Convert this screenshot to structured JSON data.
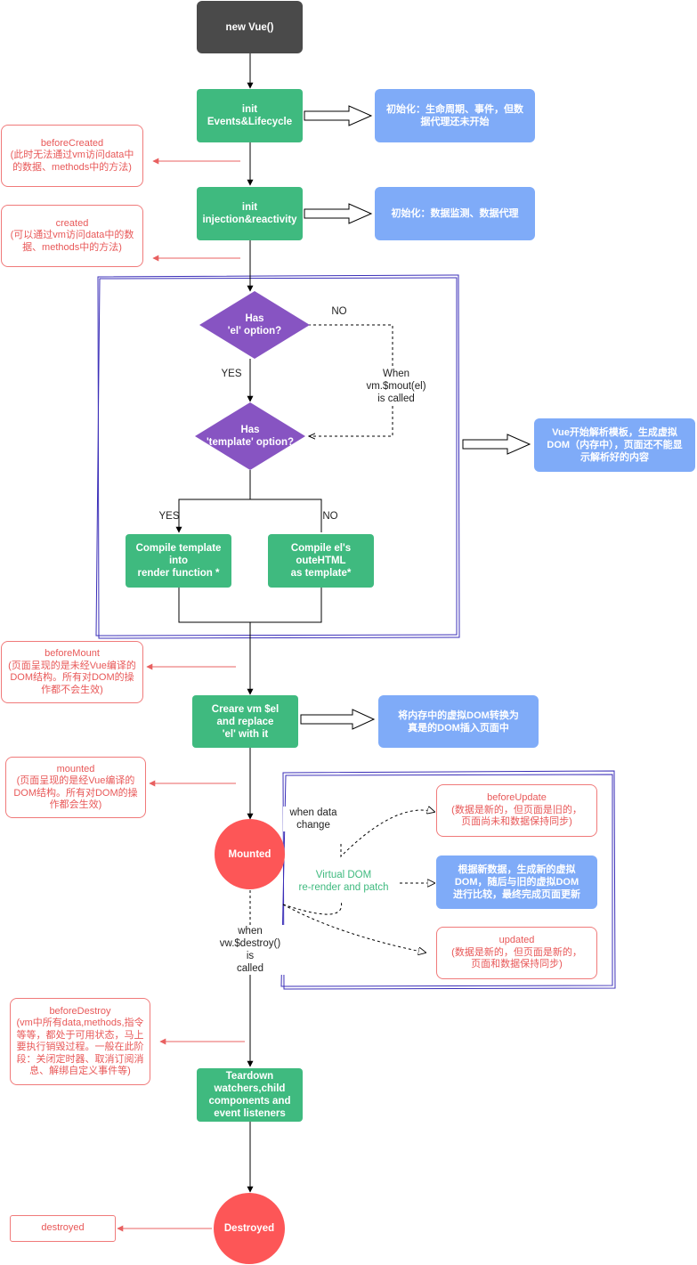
{
  "nodes": {
    "new_vue": "new  Vue()",
    "init_events": "init\nEvents&Lifecycle",
    "init_injection": "init\ninjection&reactivity",
    "has_el": "Has\n'el'  option?",
    "has_template": "Has\n'template'  option?",
    "compile_template": "Compile template\ninto\nrender  function *",
    "compile_el": "Compile  el's\nouteHTML\nas  template*",
    "create_vm": "Creare vm $el\nand  replace\n'el'  with  it",
    "mounted": "Mounted",
    "teardown": "Teardown\nwatchers,child\ncomponents  and\nevent listeners",
    "destroyed": "Destroyed"
  },
  "blue_notes": {
    "init_events": "初始化：生命周期、事件，但数\n据代理还未开始",
    "init_injection": "初始化：数据监测、数据代理",
    "template_parse": "Vue开始解析模板，生成虚拟\nDOM（内存中），页面还不能显\n示解析好的内容",
    "mount_insert": "将内存中的虚拟DOM转换为\n真是的DOM插入页面中",
    "patch": "根据新数据，生成新的虚拟\nDOM，随后与旧的虚拟DOM\n进行比较，最终完成页面更新"
  },
  "hooks": {
    "before_created": "beforeCreated\n(此时无法通过vm访问data中\n的数据、methods中的方法)",
    "created": "created\n(可以通过vm访问data中的数\n据、methods中的方法)",
    "before_mount": "beforeMount\n(页面呈现的是未经Vue编译的\nDOM结构。所有对DOM的操\n作都不会生效)",
    "mounted": "mounted\n(页面呈现的是经Vue编译的\nDOM结构。所有对DOM的操\n作都会生效)",
    "before_update": "beforeUpdate\n(数据是新的，但页面是旧的，\n页面尚未和数据保持同步)",
    "updated": "updated\n(数据是新的，但页面是新的，\n页面和数据保持同步)",
    "before_destroy": "beforeDestroy\n(vm中所有data,methods,指令\n等等，都处于可用状态，马上\n要执行销毁过程。一般在此阶\n段：关闭定时器、取消订阅消\n息、解绑自定义事件等)",
    "destroyed": "destroyed"
  },
  "labels": {
    "no_el": "NO",
    "yes_el": "YES",
    "when_mount": "When\nvm.$mout(el)\nis called",
    "yes_template": "YES",
    "no_template": "NO",
    "when_data_change": "when  data\nchange",
    "virtual_dom": "Virtual  DOM\nre-render  and  patch",
    "when_destroy": "when\nvw.$destroy()\nis\ncalled"
  },
  "colors": {
    "dark_node": "#4a4a4a",
    "green_node": "#3fba7f",
    "blue_note": "#7fabf8",
    "purple_diamond": "#8754c2",
    "red_circle": "#fd5657",
    "hook_text": "#e85858",
    "frame": "#3b2fb8"
  }
}
